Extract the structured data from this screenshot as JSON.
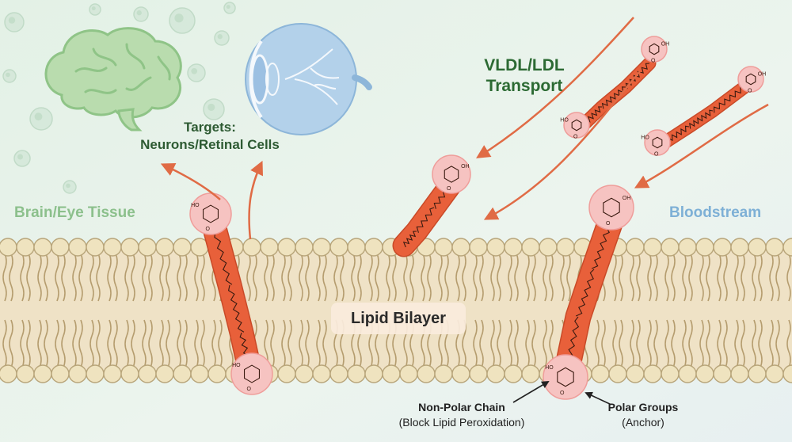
{
  "labels": {
    "tissue": "Brain/Eye Tissue",
    "bloodstream": "Bloodstream",
    "targets_line1": "Targets:",
    "targets_line2": "Neurons/Retinal Cells",
    "transport_line1": "VLDL/LDL",
    "transport_line2": "Transport",
    "bilayer": "Lipid Bilayer",
    "nonpolar_title": "Non-Polar Chain",
    "nonpolar_sub": "(Block Lipid Peroxidation)",
    "polar_title": "Polar Groups",
    "polar_sub": "(Anchor)"
  },
  "ring_text": {
    "hydroxyl": "HO",
    "hydroxyl_right": "OH",
    "carbonyl": "O"
  },
  "colors": {
    "background": "#e9f3ec",
    "membrane_band": "#efe2c6",
    "lipid_head": "#efe3bf",
    "lipid_head_stroke": "#b8a57a",
    "lipid_tail": "#b59d6f",
    "molecule": "#e8603a",
    "molecule_dark": "#c94a28",
    "ring_halo": "#f6c3c1",
    "arrow": "#e06b45",
    "brain": "#b9dcae",
    "eye": "#b3d1ea"
  },
  "icons": [
    "brain-icon",
    "eye-icon",
    "cell-icon"
  ]
}
